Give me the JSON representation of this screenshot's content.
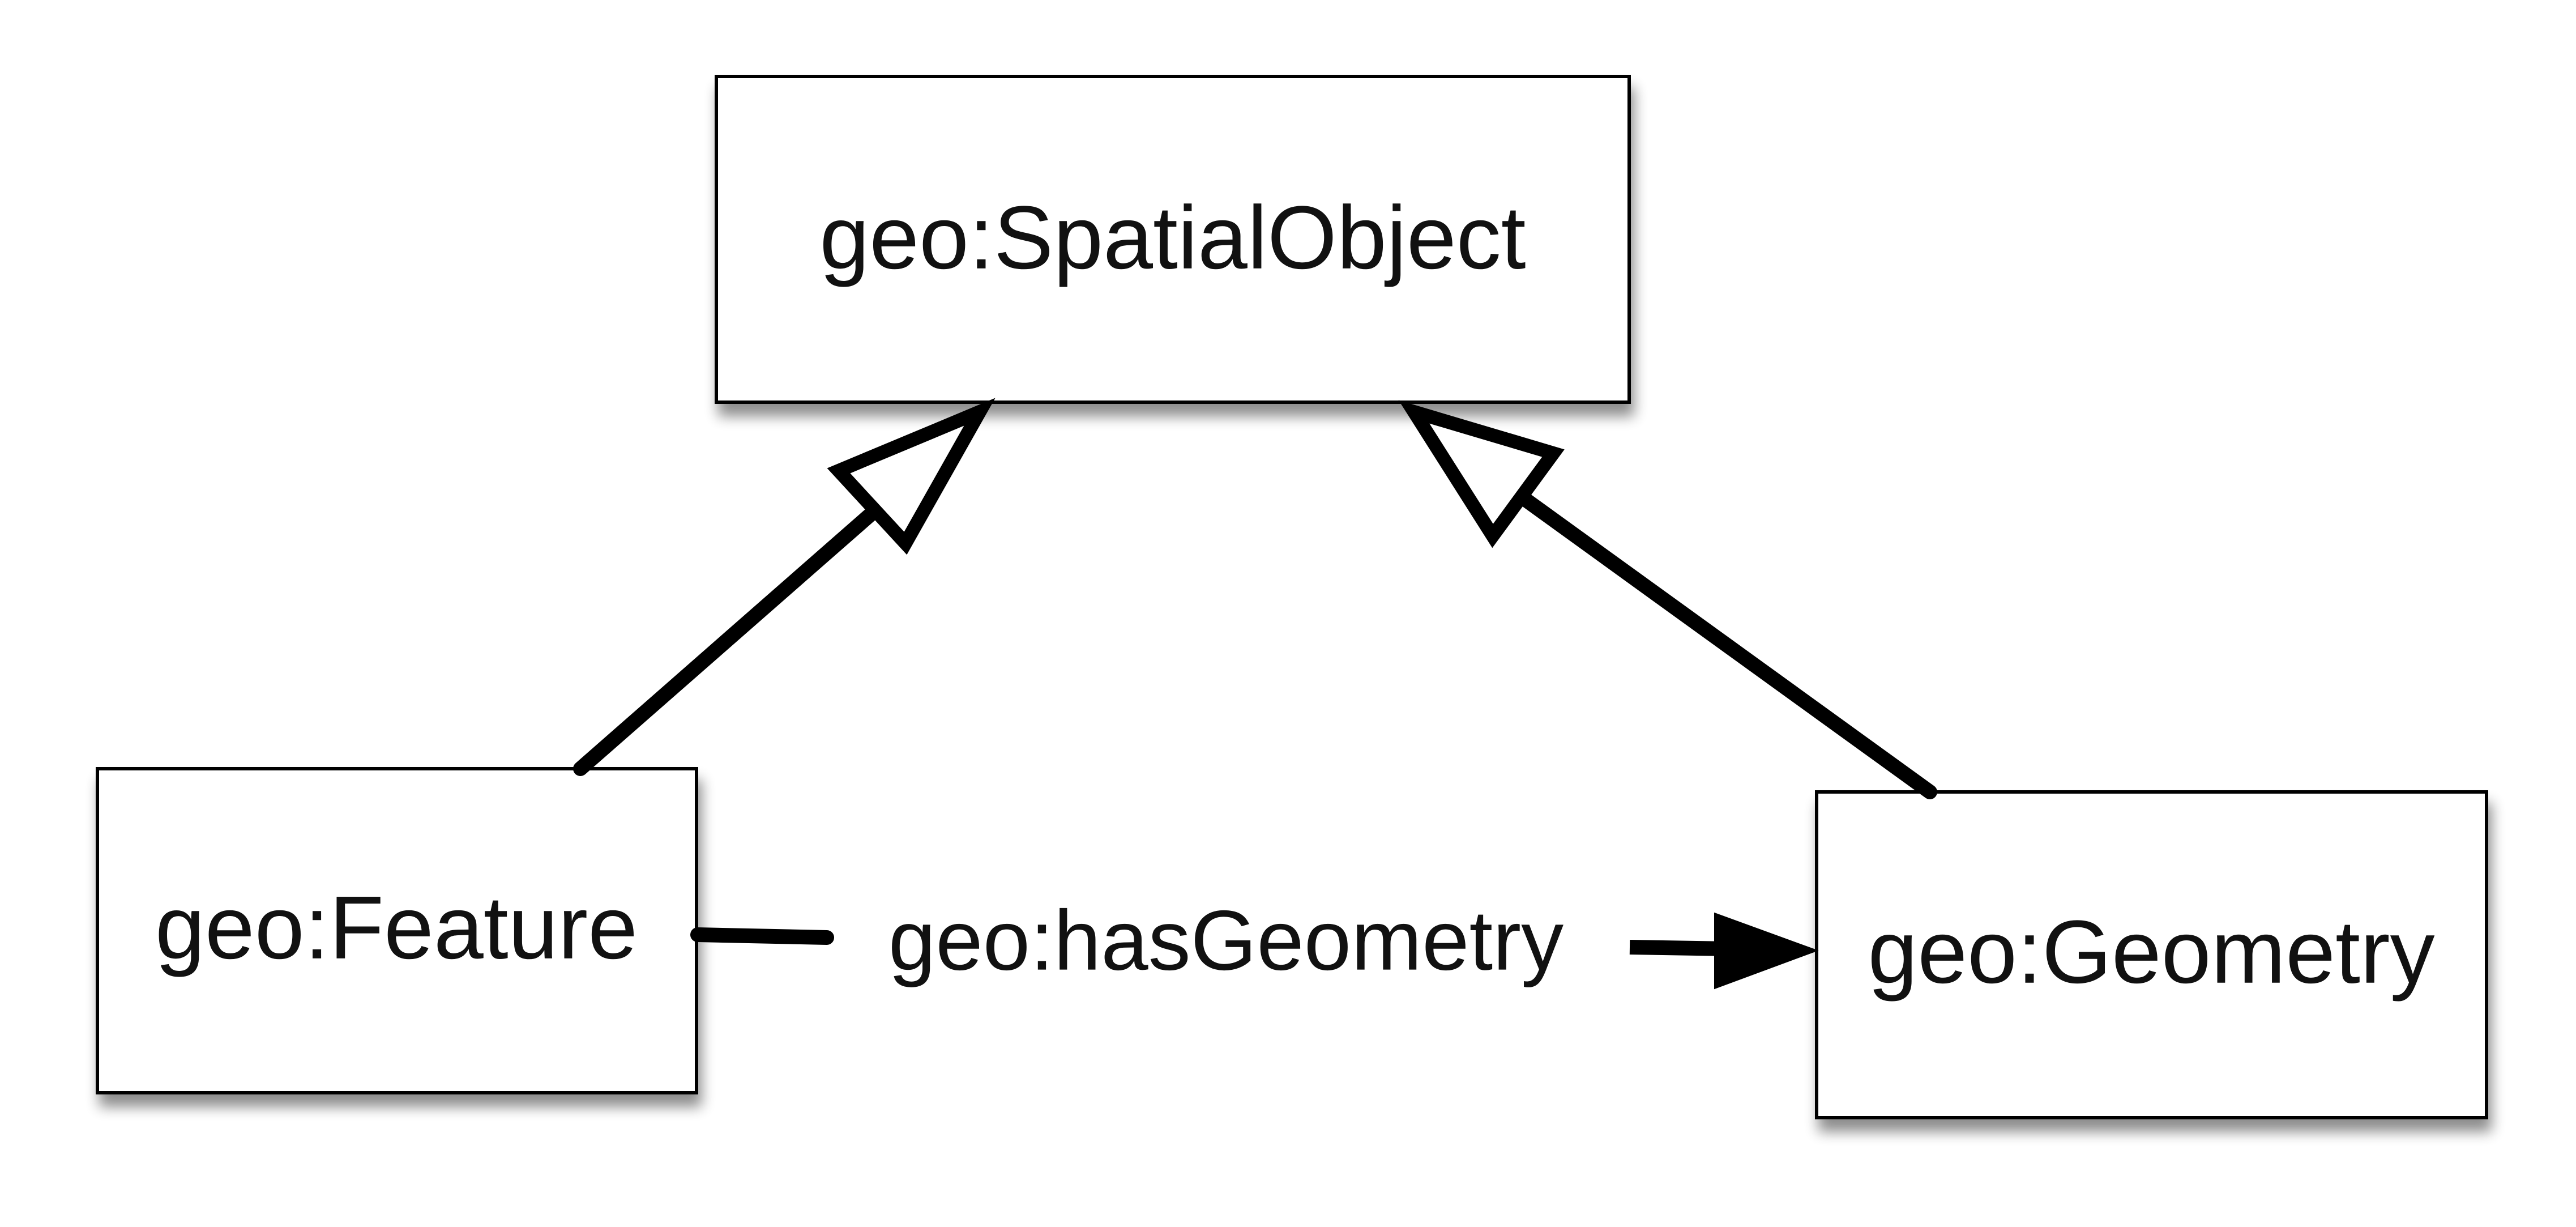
{
  "diagram": {
    "classes": {
      "spatial_object": "geo:SpatialObject",
      "feature": "geo:Feature",
      "geometry": "geo:Geometry"
    },
    "relations": {
      "has_geometry": "geo:hasGeometry"
    }
  }
}
